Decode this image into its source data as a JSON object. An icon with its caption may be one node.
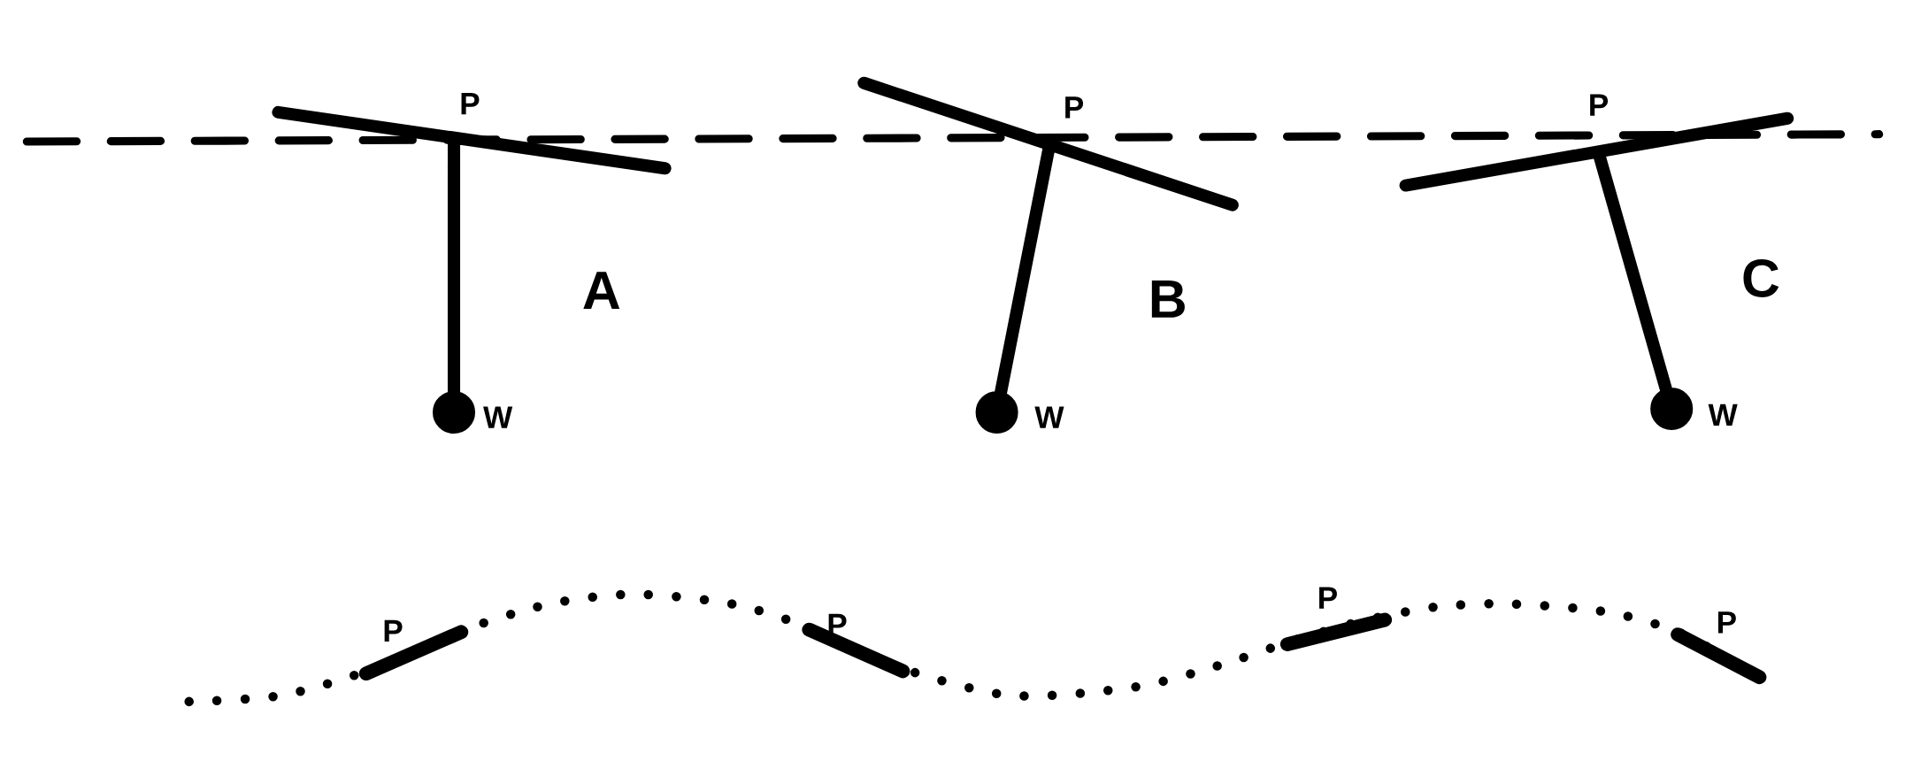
{
  "diagram": {
    "labels": [
      "P",
      "P",
      "P",
      "A",
      "B",
      "C",
      "W",
      "W",
      "W",
      "P",
      "P",
      "P",
      "P"
    ]
  }
}
